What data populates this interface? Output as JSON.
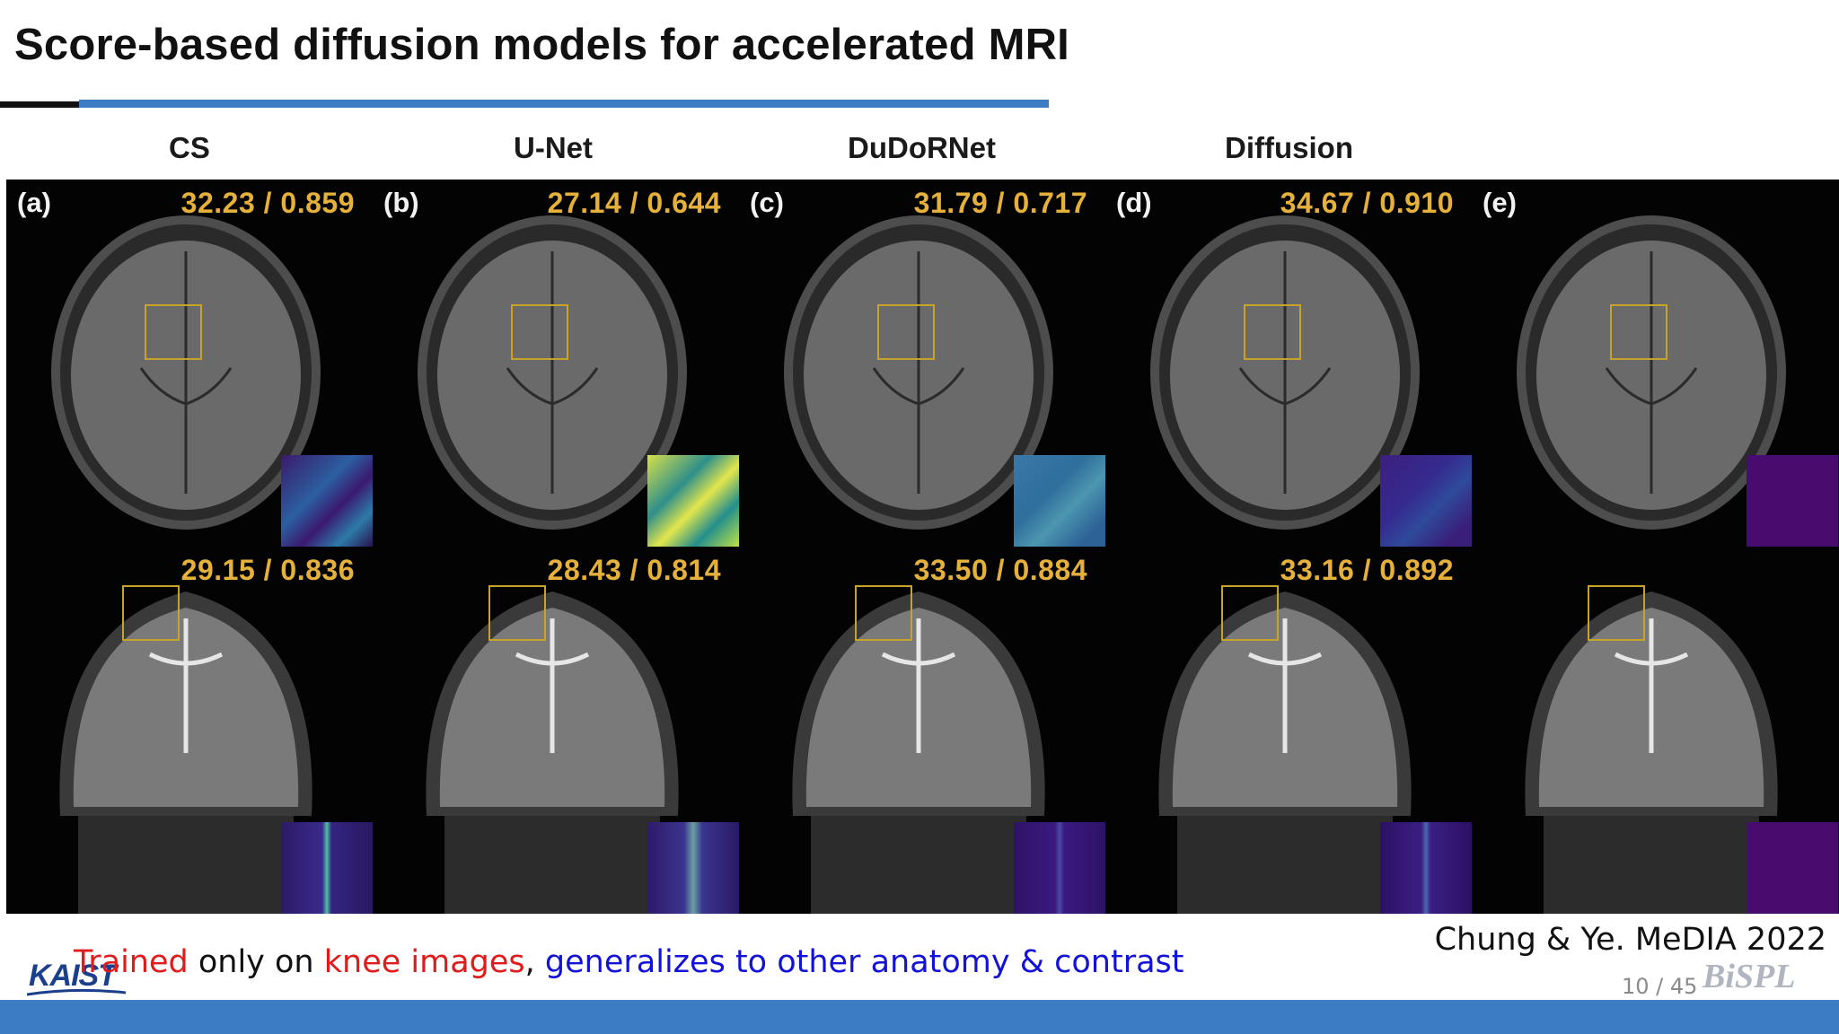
{
  "slide": {
    "title": "Score-based diffusion models for accelerated MRI",
    "methods": [
      "CS",
      "U-Net",
      "DuDoRNet",
      "Diffusion"
    ],
    "panels": [
      "(a)",
      "(b)",
      "(c)",
      "(d)",
      "(e)"
    ],
    "metrics_row1": [
      "32.23 / 0.859",
      "27.14 / 0.644",
      "31.79 / 0.717",
      "34.67 / 0.910"
    ],
    "metrics_row2": [
      "29.15 / 0.836",
      "28.43 / 0.814",
      "33.50 / 0.884",
      "33.16 / 0.892"
    ],
    "caption": {
      "part1": "Trained",
      "part2": " only on ",
      "part3": "knee images",
      "part4": ", ",
      "part5": "generalizes to other anatomy & contrast"
    },
    "citation": "Chung & Ye. MeDIA 2022",
    "page": "10 / 45",
    "logo_left": "KAIST",
    "logo_right": "BiSPL"
  },
  "colors": {
    "accent_blue": "#3c7cc4",
    "metric_yellow": "#e5b13a",
    "roi_box": "#c9a22a",
    "caption_red": "#e11b1b",
    "caption_blue": "#1212d8"
  }
}
